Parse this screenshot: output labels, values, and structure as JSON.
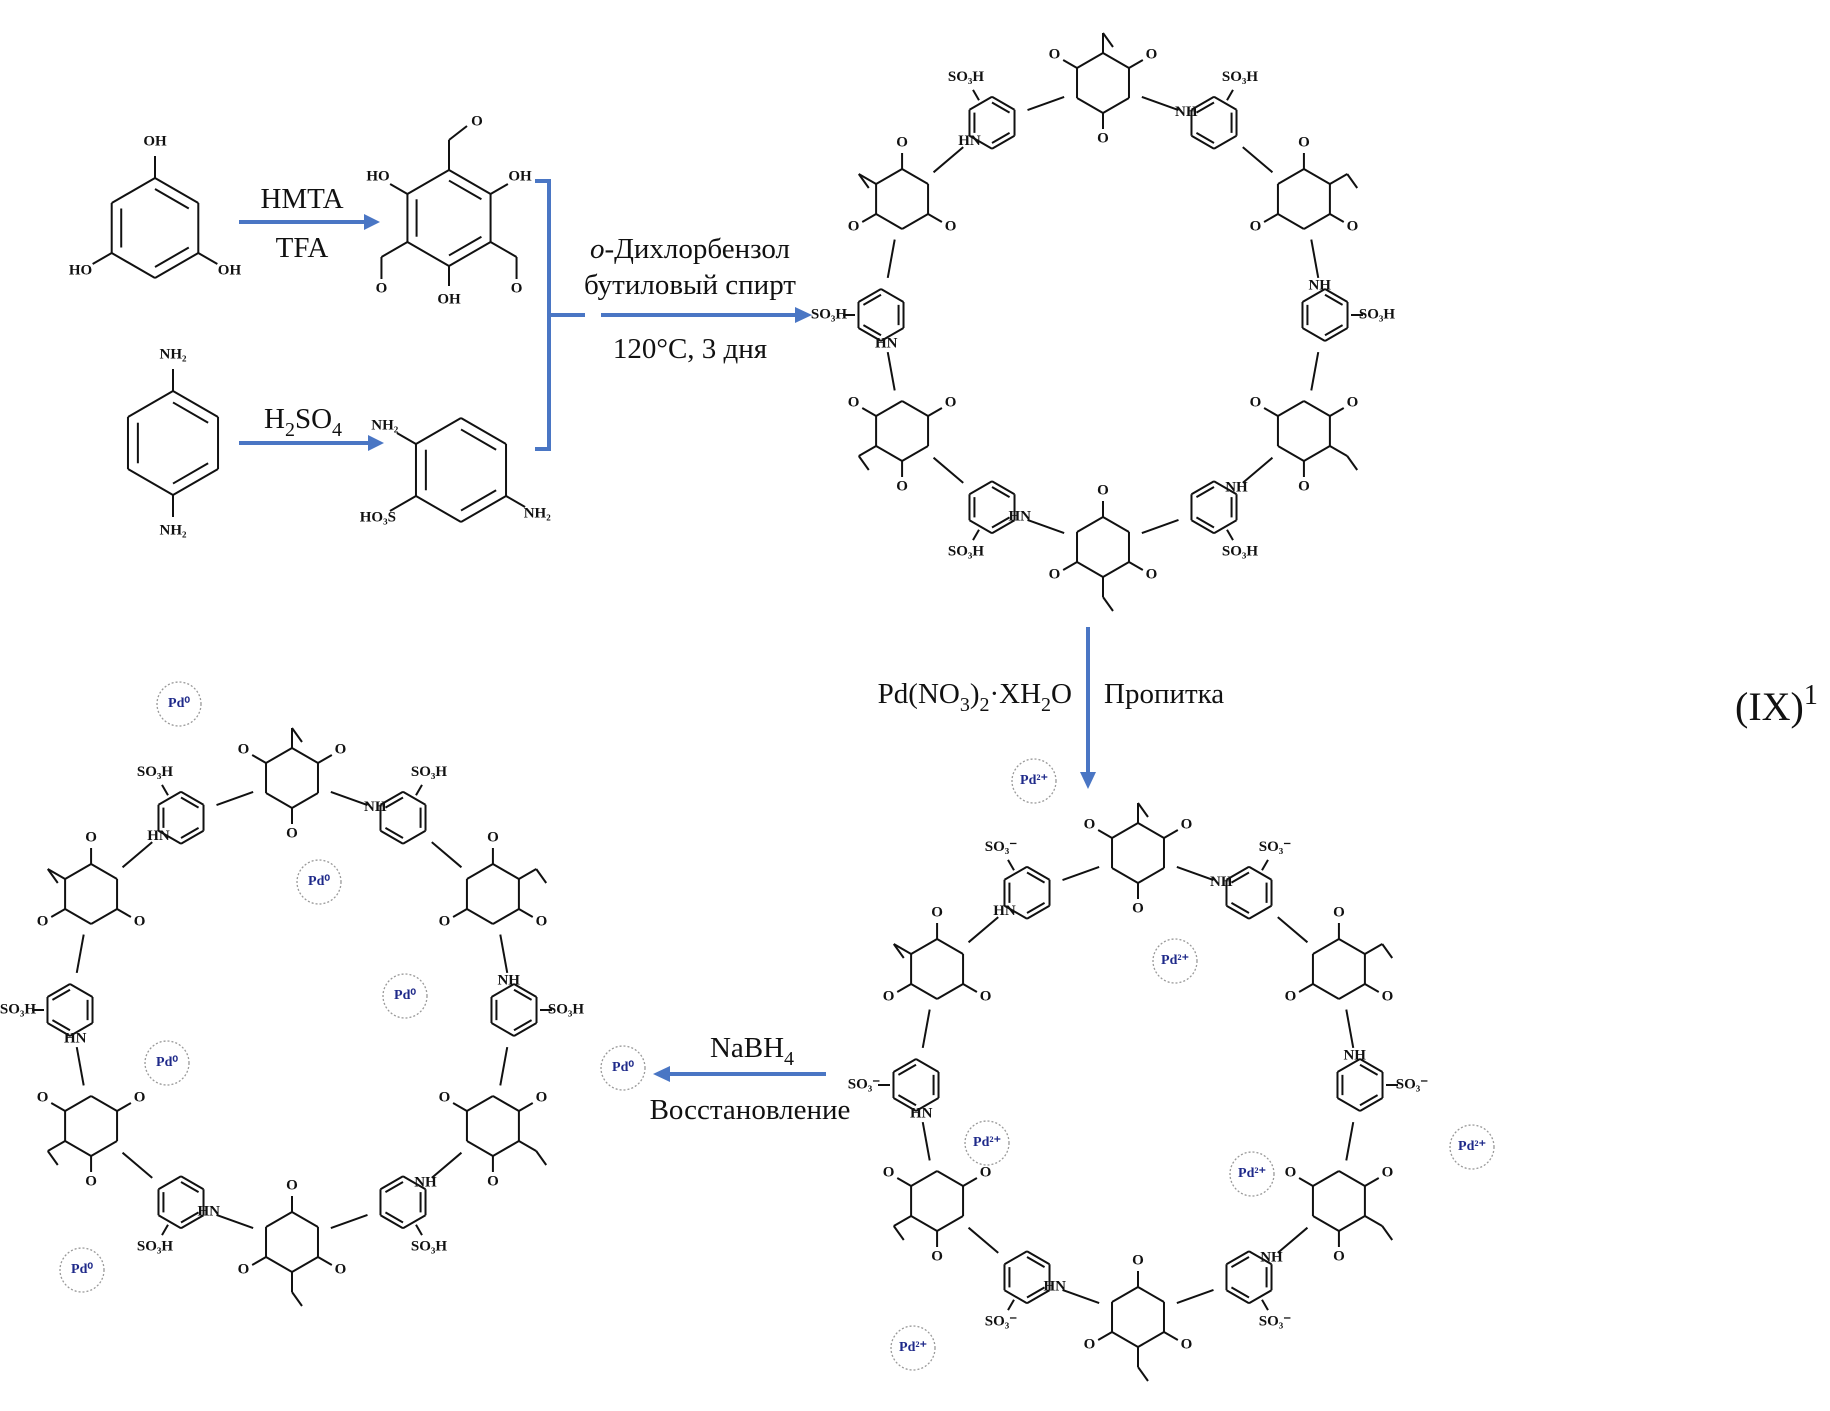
{
  "colors": {
    "arrow": "#4a76c4",
    "pd_text": "#1f2a8a",
    "ink": "#111111"
  },
  "step1": {
    "reagent_top": "HMTA",
    "reagent_bottom": "TFA"
  },
  "step2": {
    "reagent": "H",
    "reagent_sub1": "2",
    "reagent_mid": "SO",
    "reagent_sub2": "4"
  },
  "step3": {
    "line1_italic": "o",
    "line1_rest": "-Дихлорбензол",
    "line2": "бутиловый спирт",
    "line3": "120°C, 3 дня"
  },
  "step4": {
    "reagent_a": "Pd(NO",
    "reagent_sub1": "3",
    "reagent_b": ")",
    "reagent_sub2": "2",
    "reagent_c": "·XH",
    "reagent_sub3": "2",
    "reagent_d": "O",
    "process": "Пропитка"
  },
  "step5": {
    "reagent_a": "NaBH",
    "reagent_sub": "4",
    "process": "Восстановление"
  },
  "scheme_label": {
    "text": "(IX)",
    "sup": "1"
  },
  "atoms": {
    "O": "O",
    "OH": "OH",
    "HO": "HO",
    "NH": "NH",
    "HN": "HN",
    "NH2": "NH₂",
    "HO3S": "HO₃S",
    "SO3H": "SO₃H",
    "SO3minus": "SO₃⁻"
  },
  "pd_labels": {
    "pd0": "Pd⁰",
    "pd2": "Pd²⁺"
  }
}
